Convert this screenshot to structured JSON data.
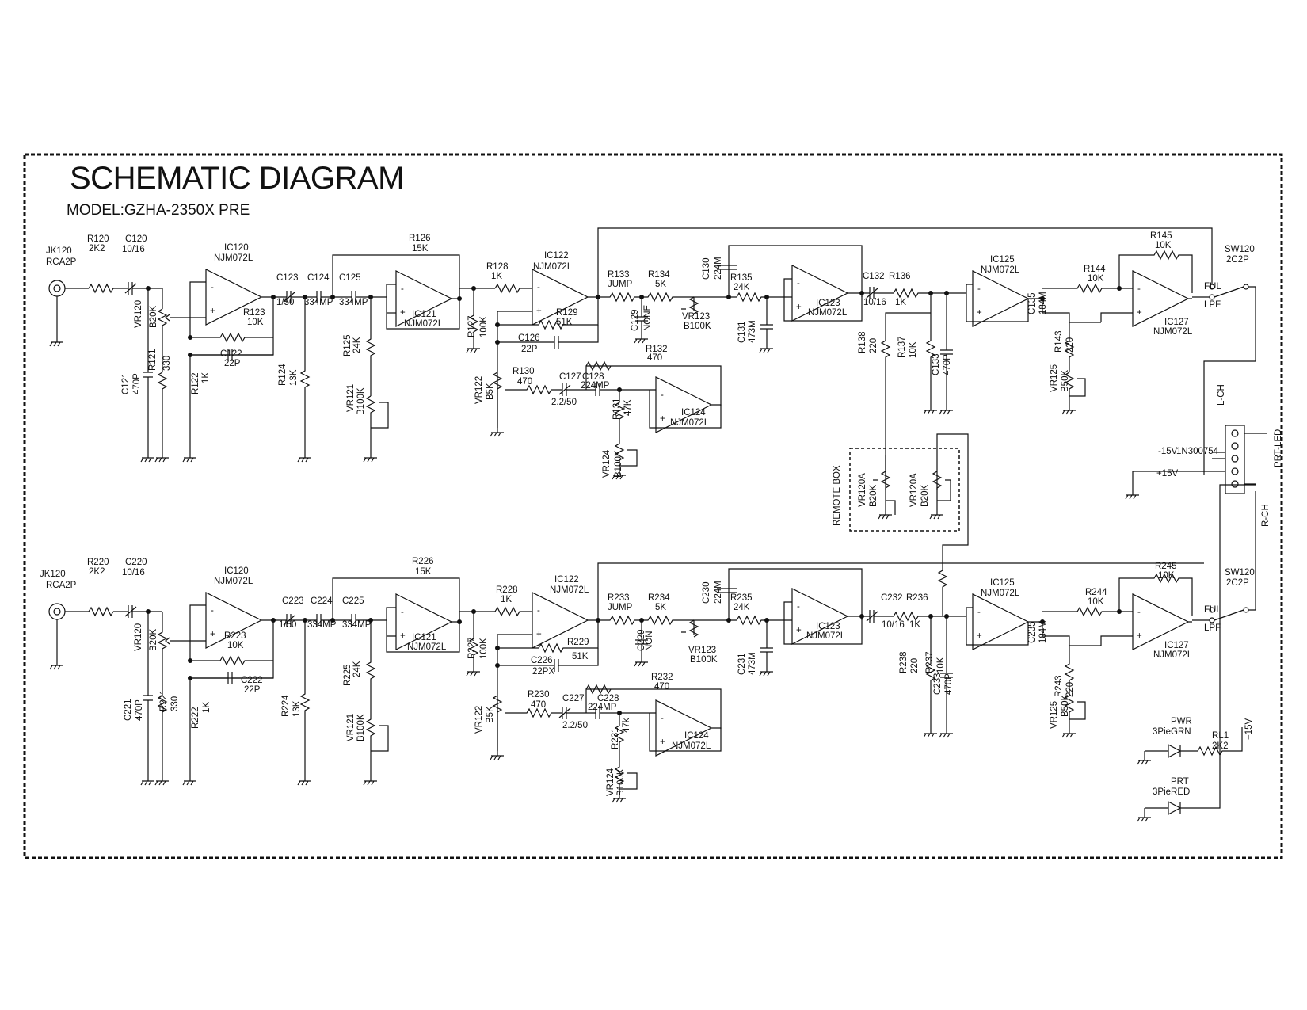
{
  "title": "SCHEMATIC DIAGRAM",
  "model": "MODEL:GZHA-2350X PRE",
  "colors": {
    "ink": "#111111",
    "border": "#111111",
    "background": "#ffffff"
  },
  "border_style": "dashed",
  "labels": [
    {
      "t": "JK120"
    },
    {
      "t": "RCA2P"
    },
    {
      "t": "R120"
    },
    {
      "t": "2K2"
    },
    {
      "t": "C120"
    },
    {
      "t": "10/16"
    },
    {
      "t": "IC120"
    },
    {
      "t": "NJM072L"
    },
    {
      "t": "VR120"
    },
    {
      "t": "B20K"
    },
    {
      "t": "R123"
    },
    {
      "t": "10K"
    },
    {
      "t": "C122"
    },
    {
      "t": "22P"
    },
    {
      "t": "C121"
    },
    {
      "t": "470P"
    },
    {
      "t": "R121"
    },
    {
      "t": "330"
    },
    {
      "t": "R122"
    },
    {
      "t": "1K"
    },
    {
      "t": "C123"
    },
    {
      "t": "1/50"
    },
    {
      "t": "C124"
    },
    {
      "t": "334MP"
    },
    {
      "t": "C125"
    },
    {
      "t": "334MP"
    },
    {
      "t": "R124"
    },
    {
      "t": "13K"
    },
    {
      "t": "R126"
    },
    {
      "t": "15K"
    },
    {
      "t": "IC121"
    },
    {
      "t": "NJM072L"
    },
    {
      "t": "R125"
    },
    {
      "t": "24K"
    },
    {
      "t": "VR121"
    },
    {
      "t": "B100K"
    },
    {
      "t": "R127"
    },
    {
      "t": "100K"
    },
    {
      "t": "R128"
    },
    {
      "t": "1K"
    },
    {
      "t": "IC122"
    },
    {
      "t": "NJM072L"
    },
    {
      "t": "R129"
    },
    {
      "t": "51K"
    },
    {
      "t": "C126"
    },
    {
      "t": "22P"
    },
    {
      "t": "R130"
    },
    {
      "t": "470"
    },
    {
      "t": "VR122"
    },
    {
      "t": "B5K"
    },
    {
      "t": "C127"
    },
    {
      "t": "2.2/50"
    },
    {
      "t": "C128"
    },
    {
      "t": "224MP"
    },
    {
      "t": "R132"
    },
    {
      "t": "470"
    },
    {
      "t": "IC124"
    },
    {
      "t": "NJM072L"
    },
    {
      "t": "R131"
    },
    {
      "t": "47K"
    },
    {
      "t": "VR124"
    },
    {
      "t": "B100K"
    },
    {
      "t": "R133"
    },
    {
      "t": "JUMP"
    },
    {
      "t": "R134"
    },
    {
      "t": "5K"
    },
    {
      "t": "C129"
    },
    {
      "t": "NONE"
    },
    {
      "t": "VR123"
    },
    {
      "t": "B100K"
    },
    {
      "t": "C130"
    },
    {
      "t": "224M"
    },
    {
      "t": "R135"
    },
    {
      "t": "24K"
    },
    {
      "t": "C131"
    },
    {
      "t": "473M"
    },
    {
      "t": "IC123"
    },
    {
      "t": "NJM072L"
    },
    {
      "t": "C132"
    },
    {
      "t": "10/16"
    },
    {
      "t": "R136"
    },
    {
      "t": "1K"
    },
    {
      "t": "R138"
    },
    {
      "t": "220"
    },
    {
      "t": "R137"
    },
    {
      "t": "10K"
    },
    {
      "t": "C133"
    },
    {
      "t": "470P"
    },
    {
      "t": "IC125"
    },
    {
      "t": "NJM072L"
    },
    {
      "t": "C135"
    },
    {
      "t": "184M"
    },
    {
      "t": "R144"
    },
    {
      "t": "10K"
    },
    {
      "t": "R145"
    },
    {
      "t": "10K"
    },
    {
      "t": "IC127"
    },
    {
      "t": "NJM072L"
    },
    {
      "t": "R143"
    },
    {
      "t": "220"
    },
    {
      "t": "VR125"
    },
    {
      "t": "B50K"
    },
    {
      "t": "SW120"
    },
    {
      "t": "2C2P"
    },
    {
      "t": "FUL"
    },
    {
      "t": "LPF"
    },
    {
      "t": "L-CH"
    },
    {
      "t": "PRT-LED"
    },
    {
      "t": "-15V"
    },
    {
      "t": "1N300754"
    },
    {
      "t": "+15V"
    },
    {
      "t": "R-CH"
    },
    {
      "t": "REMOTE BOX"
    },
    {
      "t": "VR120A"
    },
    {
      "t": "B20K"
    },
    {
      "t": "VR120A"
    },
    {
      "t": "B20K"
    },
    {
      "t": "JK120"
    },
    {
      "t": "RCA2P"
    },
    {
      "t": "R220"
    },
    {
      "t": "2K2"
    },
    {
      "t": "C220"
    },
    {
      "t": "10/16"
    },
    {
      "t": "IC120"
    },
    {
      "t": "NJM072L"
    },
    {
      "t": "VR120"
    },
    {
      "t": "B20K"
    },
    {
      "t": "R223"
    },
    {
      "t": "10K"
    },
    {
      "t": "C222"
    },
    {
      "t": "22P"
    },
    {
      "t": "C221"
    },
    {
      "t": "470P"
    },
    {
      "t": "R221"
    },
    {
      "t": "330"
    },
    {
      "t": "R222"
    },
    {
      "t": "1K"
    },
    {
      "t": "C223"
    },
    {
      "t": "1/50"
    },
    {
      "t": "C224"
    },
    {
      "t": "334MP"
    },
    {
      "t": "C225"
    },
    {
      "t": "334MP"
    },
    {
      "t": "R224"
    },
    {
      "t": "13K"
    },
    {
      "t": "R226"
    },
    {
      "t": "15K"
    },
    {
      "t": "IC121"
    },
    {
      "t": "NJM072L"
    },
    {
      "t": "R225"
    },
    {
      "t": "24K"
    },
    {
      "t": "VR121"
    },
    {
      "t": "B100K"
    },
    {
      "t": "R227"
    },
    {
      "t": "100K"
    },
    {
      "t": "R228"
    },
    {
      "t": "1K"
    },
    {
      "t": "IC122"
    },
    {
      "t": "NJM072L"
    },
    {
      "t": "R229"
    },
    {
      "t": "51K"
    },
    {
      "t": "C226"
    },
    {
      "t": "22PX"
    },
    {
      "t": "R230"
    },
    {
      "t": "470"
    },
    {
      "t": "VR122"
    },
    {
      "t": "B5K"
    },
    {
      "t": "C227"
    },
    {
      "t": "2.2/50"
    },
    {
      "t": "C228"
    },
    {
      "t": "224MP"
    },
    {
      "t": "R232"
    },
    {
      "t": "470"
    },
    {
      "t": "IC124"
    },
    {
      "t": "NJM072L"
    },
    {
      "t": "R231"
    },
    {
      "t": "47k"
    },
    {
      "t": "VR124"
    },
    {
      "t": "B100K"
    },
    {
      "t": "R233"
    },
    {
      "t": "JUMP"
    },
    {
      "t": "R234"
    },
    {
      "t": "5K"
    },
    {
      "t": "C229"
    },
    {
      "t": "NON"
    },
    {
      "t": "VR123"
    },
    {
      "t": "B100K"
    },
    {
      "t": "C230"
    },
    {
      "t": "224M"
    },
    {
      "t": "R235"
    },
    {
      "t": "24K"
    },
    {
      "t": "C231"
    },
    {
      "t": "473M"
    },
    {
      "t": "IC123"
    },
    {
      "t": "NJM072L"
    },
    {
      "t": "C232"
    },
    {
      "t": "10/16"
    },
    {
      "t": "R236"
    },
    {
      "t": "1K"
    },
    {
      "t": "R238"
    },
    {
      "t": "220"
    },
    {
      "t": "R237"
    },
    {
      "t": "10K"
    },
    {
      "t": "C233"
    },
    {
      "t": "470P"
    },
    {
      "t": "IC125"
    },
    {
      "t": "NJM072L"
    },
    {
      "t": "C235"
    },
    {
      "t": "184M"
    },
    {
      "t": "R244"
    },
    {
      "t": "10K"
    },
    {
      "t": "R245"
    },
    {
      "t": "10K"
    },
    {
      "t": "IC127"
    },
    {
      "t": "NJM072L"
    },
    {
      "t": "R243"
    },
    {
      "t": "220"
    },
    {
      "t": "VR125"
    },
    {
      "t": "B50K"
    },
    {
      "t": "SW120"
    },
    {
      "t": "2C2P"
    },
    {
      "t": "FUL"
    },
    {
      "t": "LPF"
    },
    {
      "t": "PWR"
    },
    {
      "t": "3PieGRN"
    },
    {
      "t": "RL1"
    },
    {
      "t": "2K2"
    },
    {
      "t": "+15V"
    },
    {
      "t": "PRT"
    },
    {
      "t": "3PieRED"
    }
  ]
}
